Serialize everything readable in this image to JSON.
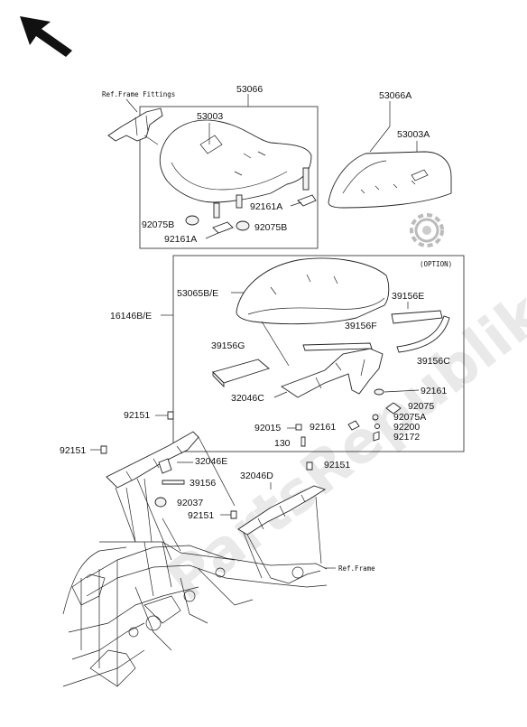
{
  "diagram": {
    "watermark": "PartsRepublik",
    "labels": {
      "ref_frame_fittings": "Ref.Frame Fittings",
      "ref_frame": "Ref.Frame",
      "option": "(OPTION)",
      "p53066": "53066",
      "p53003": "53003",
      "p92075b_left": "92075B",
      "p92161a_left": "92161A",
      "p92161a_right": "92161A",
      "p92075b_right": "92075B",
      "p53066a": "53066A",
      "p53003a": "53003A",
      "p16146be": "16146B/E",
      "p53065be": "53065B/E",
      "p39156e": "39156E",
      "p39156f": "39156F",
      "p39156c": "39156C",
      "p39156g": "39156G",
      "p32046c": "32046C",
      "p92161_a": "92161",
      "p92075": "92075",
      "p92075a": "92075A",
      "p92015": "92015",
      "p92161_b": "92161",
      "p92200": "92200",
      "p130": "130",
      "p92172": "92172",
      "p92151_a": "92151",
      "p92151_b": "92151",
      "p32046e": "32046E",
      "p39156": "39156",
      "p92037": "92037",
      "p32046d": "32046D",
      "p92151_c": "92151",
      "p92151_d": "92151"
    }
  }
}
